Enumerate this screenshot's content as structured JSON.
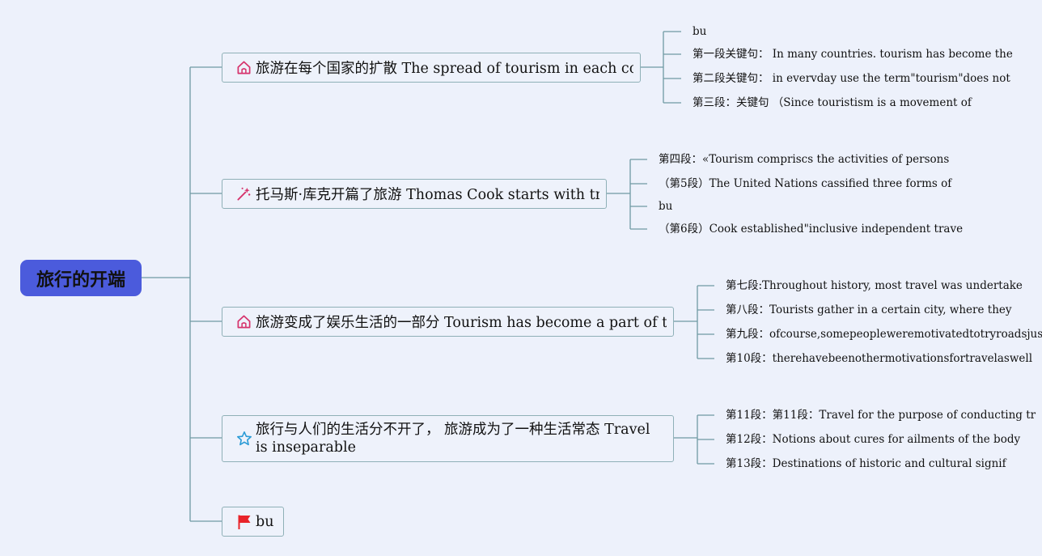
{
  "root": {
    "label": "旅行的开端"
  },
  "topics": [
    {
      "label": "旅游在每个国家的扩散 The spread of tourism in each country",
      "icon": "house-icon",
      "subs": [
        "bu",
        "第一段关键句： In many countries. tourism has become the",
        "第二段关键句： in evervday use the term\"tourism\"does not",
        "第三段：关键句 （Since touristism is a movement of"
      ]
    },
    {
      "label": "托马斯·库克开篇了旅游 Thomas Cook starts with travel",
      "icon": "magic-wand-icon",
      "subs": [
        "第四段：«Tourism compriscs the activities of persons",
        "（第5段）The United Nations cassified three forms of",
        "bu",
        "（第6段）Cook established\"inclusive independent trave"
      ]
    },
    {
      "label": "旅游变成了娱乐生活的一部分 Tourism has become a part of the en",
      "icon": "house-icon",
      "subs": [
        "第七段:Throughout history, most travel was undertake",
        "第八段：Tourists gather in a certain city, where they",
        "第九段：ofcourse,somepeopleweremotivatedtotryroadsjus",
        "第10段：therehavebeenothermotivationsfortravelaswell"
      ]
    },
    {
      "label": "旅行与人们的生活分不开了， 旅游成为了一种生活常态 Travel is inseparable",
      "icon": "star-icon",
      "subs": [
        "第11段：第11段：Travel for the purpose of conducting tr",
        "第12段：Notions about cures for ailments of the body",
        "第13段：Destinations of historic and cultural signif"
      ]
    },
    {
      "label": "bu",
      "icon": "flag-icon",
      "subs": []
    }
  ],
  "colors": {
    "root_bg": "#4b5bdc",
    "line": "#6f9aa3",
    "background": "#edf1fb",
    "house_icon": "#d6336c",
    "wand_icon": "#d6336c",
    "star_icon": "#2a9bd6",
    "flag_icon": "#e8242a"
  }
}
